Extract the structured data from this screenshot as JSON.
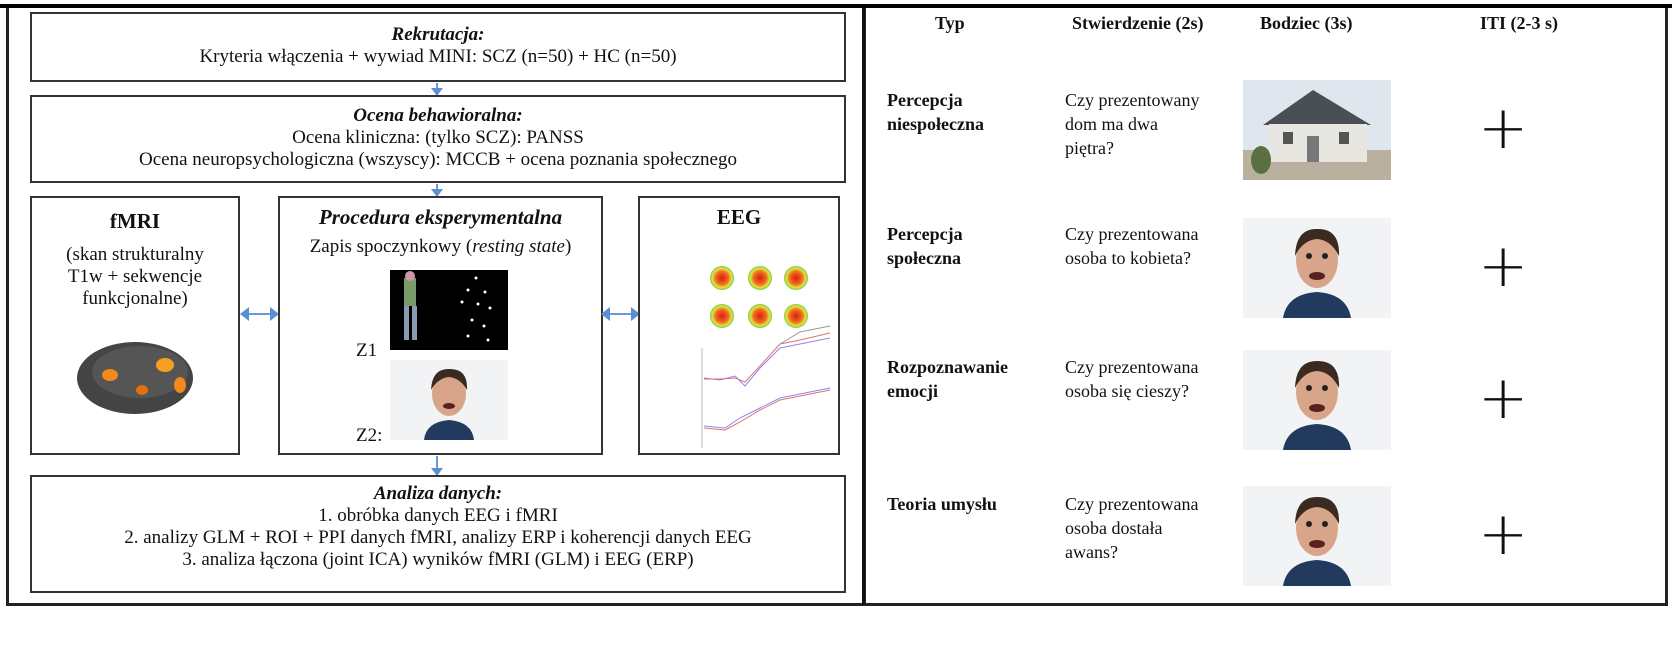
{
  "left": {
    "recruitment": {
      "title": "Rekrutacja:",
      "text": "Kryteria włączenia + wywiad MINI: SCZ (n=50) + HC (n=50)"
    },
    "behavioral": {
      "title": "Ocena behawioralna:",
      "line1": "Ocena kliniczna: (tylko SCZ): PANSS",
      "line2": "Ocena neuropsychologiczna (wszyscy): MCCB + ocena poznania społecznego"
    },
    "fmri": {
      "title": "fMRI",
      "text1": "(skan strukturalny",
      "text2": "T1w + sekwencje",
      "text3": "funkcjonalne)"
    },
    "procedure": {
      "title": "Procedura eksperymentalna",
      "rest_prefix": "Zapis spoczynkowy (",
      "rest_italic": "resting state",
      "rest_suffix": ")",
      "z1": "Z1",
      "z2": "Z2:"
    },
    "eeg": {
      "title": "EEG"
    },
    "analysis": {
      "title": "Analiza danych:",
      "line1": "1. obróbka danych EEG i fMRI",
      "line2": "2. analizy GLM + ROI + PPI danych fMRI, analizy ERP i koherencji danych EEG",
      "line3": "3. analiza łączona (joint ICA) wyników fMRI (GLM) i EEG (ERP)"
    }
  },
  "right": {
    "headers": [
      "Typ",
      "Stwierdzenie (2s)",
      "Bodziec (3s)",
      "ITI (2-3 s)"
    ],
    "rows": [
      {
        "type": [
          "Percepcja",
          "niespołeczna"
        ],
        "statement": [
          "Czy prezentowany",
          "dom ma dwa",
          "piętra?"
        ],
        "stimulus": "house",
        "iti": "+"
      },
      {
        "type": [
          "Percepcja",
          "społeczna"
        ],
        "statement": [
          "Czy prezentowana",
          "osoba to kobieta?"
        ],
        "stimulus": "face",
        "iti": "+"
      },
      {
        "type": [
          "Rozpoznawanie",
          "emocji"
        ],
        "statement": [
          "Czy prezentowana",
          "osoba się cieszy?"
        ],
        "stimulus": "face",
        "iti": "+"
      },
      {
        "type": [
          "Teoria umysłu"
        ],
        "statement": [
          "Czy prezentowana",
          "osoba dostała",
          "awans?"
        ],
        "stimulus": "face",
        "iti": "+"
      }
    ]
  },
  "colors": {
    "arrow": "#5b8fd4",
    "border": "#333333"
  }
}
